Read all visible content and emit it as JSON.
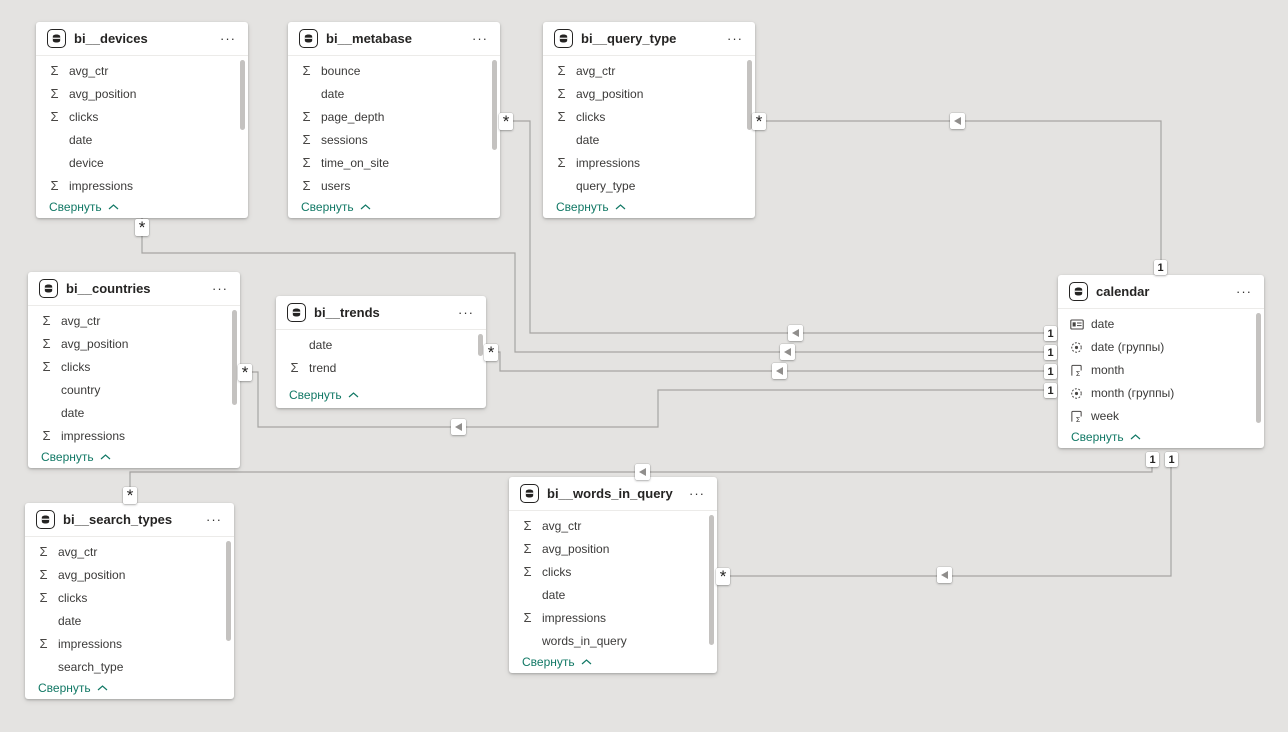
{
  "app": "power-bi-model-view",
  "colors": {
    "canvas_background": "#e4e3e1",
    "card_background": "#ffffff",
    "accent_teal": "#117865",
    "relationship_line": "#a6a5a3",
    "header_text": "#252423",
    "field_text": "#3b3a39"
  },
  "labels": {
    "collapse": "Свернуть",
    "more_options": "···"
  },
  "tables": [
    {
      "name": "bi__devices",
      "fields": [
        {
          "icon": "sum-icon",
          "name": "avg_ctr"
        },
        {
          "icon": "sum-icon",
          "name": "avg_position"
        },
        {
          "icon": "sum-icon",
          "name": "clicks"
        },
        {
          "icon": "none",
          "name": "date"
        },
        {
          "icon": "none",
          "name": "device"
        },
        {
          "icon": "sum-icon",
          "name": "impressions"
        }
      ]
    },
    {
      "name": "bi__metabase",
      "fields": [
        {
          "icon": "sum-icon",
          "name": "bounce"
        },
        {
          "icon": "none",
          "name": "date"
        },
        {
          "icon": "sum-icon",
          "name": "page_depth"
        },
        {
          "icon": "sum-icon",
          "name": "sessions"
        },
        {
          "icon": "sum-icon",
          "name": "time_on_site"
        },
        {
          "icon": "sum-icon",
          "name": "users"
        }
      ]
    },
    {
      "name": "bi__query_type",
      "fields": [
        {
          "icon": "sum-icon",
          "name": "avg_ctr"
        },
        {
          "icon": "sum-icon",
          "name": "avg_position"
        },
        {
          "icon": "sum-icon",
          "name": "clicks"
        },
        {
          "icon": "none",
          "name": "date"
        },
        {
          "icon": "sum-icon",
          "name": "impressions"
        },
        {
          "icon": "none",
          "name": "query_type"
        }
      ]
    },
    {
      "name": "bi__countries",
      "fields": [
        {
          "icon": "sum-icon",
          "name": "avg_ctr"
        },
        {
          "icon": "sum-icon",
          "name": "avg_position"
        },
        {
          "icon": "sum-icon",
          "name": "clicks"
        },
        {
          "icon": "none",
          "name": "country"
        },
        {
          "icon": "none",
          "name": "date"
        },
        {
          "icon": "sum-icon",
          "name": "impressions"
        }
      ]
    },
    {
      "name": "bi__trends",
      "fields": [
        {
          "icon": "none",
          "name": "date"
        },
        {
          "icon": "sum-icon",
          "name": "trend"
        }
      ]
    },
    {
      "name": "calendar",
      "fields": [
        {
          "icon": "date-table-icon",
          "name": "date"
        },
        {
          "icon": "data-group-icon",
          "name": "date (группы)"
        },
        {
          "icon": "calculated-column-icon",
          "name": "month"
        },
        {
          "icon": "data-group-icon",
          "name": "month (группы)"
        },
        {
          "icon": "calculated-column-icon",
          "name": "week"
        }
      ]
    },
    {
      "name": "bi__search_types",
      "fields": [
        {
          "icon": "sum-icon",
          "name": "avg_ctr"
        },
        {
          "icon": "sum-icon",
          "name": "avg_position"
        },
        {
          "icon": "sum-icon",
          "name": "clicks"
        },
        {
          "icon": "none",
          "name": "date"
        },
        {
          "icon": "sum-icon",
          "name": "impressions"
        },
        {
          "icon": "none",
          "name": "search_type"
        }
      ]
    },
    {
      "name": "bi__words_in_query",
      "fields": [
        {
          "icon": "sum-icon",
          "name": "avg_ctr"
        },
        {
          "icon": "sum-icon",
          "name": "avg_position"
        },
        {
          "icon": "sum-icon",
          "name": "clicks"
        },
        {
          "icon": "none",
          "name": "date"
        },
        {
          "icon": "sum-icon",
          "name": "impressions"
        },
        {
          "icon": "none",
          "name": "words_in_query"
        }
      ]
    }
  ],
  "relationships": [
    {
      "from": "bi__devices",
      "to": "calendar",
      "from_cardinality": "*",
      "to_cardinality": "1"
    },
    {
      "from": "bi__metabase",
      "to": "calendar",
      "from_cardinality": "*",
      "to_cardinality": "1"
    },
    {
      "from": "bi__query_type",
      "to": "calendar",
      "from_cardinality": "*",
      "to_cardinality": "1"
    },
    {
      "from": "bi__trends",
      "to": "calendar",
      "from_cardinality": "*",
      "to_cardinality": "1"
    },
    {
      "from": "bi__countries",
      "to": "calendar",
      "from_cardinality": "*",
      "to_cardinality": "1"
    },
    {
      "from": "bi__search_types",
      "to": "calendar",
      "from_cardinality": "*",
      "to_cardinality": "1"
    },
    {
      "from": "bi__words_in_query",
      "to": "calendar",
      "from_cardinality": "*",
      "to_cardinality": "1"
    }
  ]
}
